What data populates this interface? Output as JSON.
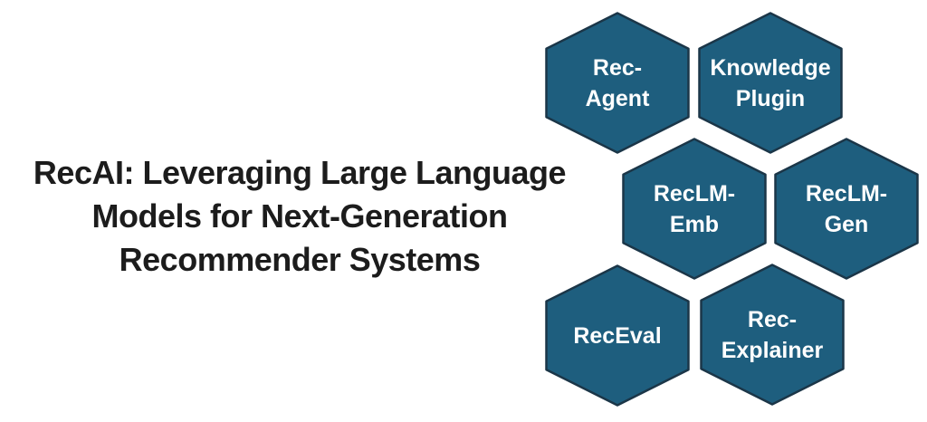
{
  "title": {
    "lines": [
      "RecAI: Leveraging Large Language",
      "Models for Next-Generation",
      "Recommender Systems"
    ]
  },
  "hexagons": [
    {
      "id": "rec-agent",
      "label": "Rec-Agent",
      "lines": [
        "Rec-",
        "Agent"
      ]
    },
    {
      "id": "knowledge-plugin",
      "label": "Knowledge Plugin",
      "lines": [
        "Knowledge",
        "Plugin"
      ]
    },
    {
      "id": "reclm-emb",
      "label": "RecLM-Emb",
      "lines": [
        "RecLM-",
        "Emb"
      ]
    },
    {
      "id": "reclm-gen",
      "label": "RecLM-Gen",
      "lines": [
        "RecLM-",
        "Gen"
      ]
    },
    {
      "id": "receval",
      "label": "RecEval",
      "lines": [
        "RecEval"
      ]
    },
    {
      "id": "rec-explainer",
      "label": "Rec-Explainer",
      "lines": [
        "Rec-",
        "Explainer"
      ]
    }
  ],
  "colors": {
    "background": "#FFFFFF",
    "hexagon_fill": "#1E5E7E",
    "hexagon_border": "#1B3648",
    "hexagon_text": "#FFFFFF",
    "title_text": "#1C1C1C"
  }
}
